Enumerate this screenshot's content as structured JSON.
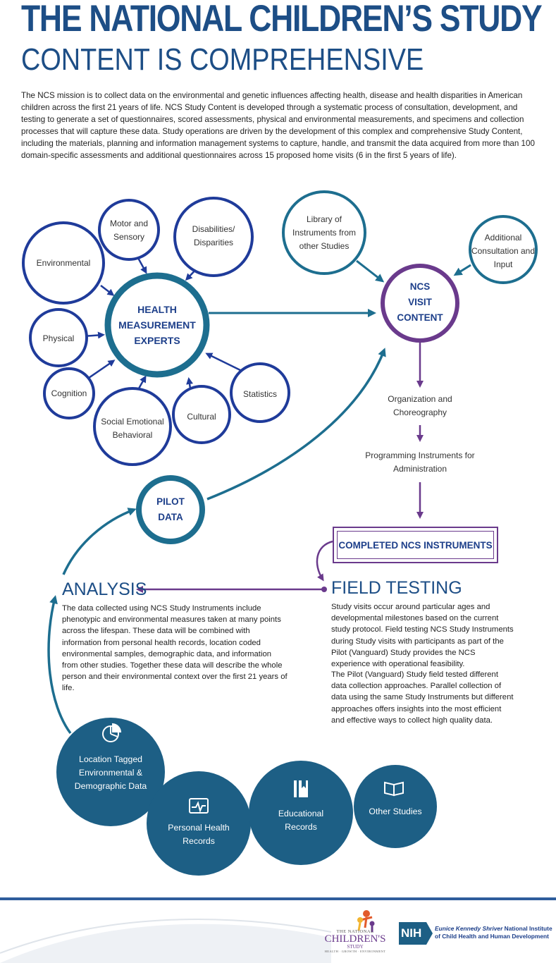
{
  "header": {
    "title": "THE NATIONAL CHILDREN’S STUDY",
    "subtitle": "CONTENT IS COMPREHENSIVE",
    "intro": "The NCS mission is to collect data on the environmental and genetic influences affecting health, disease and health disparities in American children across the first 21 years of life. NCS Study Content is developed through a systematic process of consultation, development, and testing to generate a set of questionnaires, scored assessments, physical and environmental measurements, and specimens and collection processes that will capture these data. Study operations are driven by the development of this complex and comprehensive Study Content, including the materials, planning and information management systems to capture, handle, and transmit the data acquired from more than 100 domain-specific assessments and additional questionnaires across 15 proposed home visits (6 in the first 5 years of life)."
  },
  "diagram": {
    "hub": {
      "line1": "HEALTH",
      "line2": "MEASUREMENT",
      "line3": "EXPERTS"
    },
    "domains": {
      "environmental": "Environmental",
      "motor_line1": "Motor and",
      "motor_line2": "Sensory",
      "disabilities_line1": "Disabilities/",
      "disabilities_line2": "Disparities",
      "physical": "Physical",
      "cognition": "Cognition",
      "social_line1": "Social Emotional",
      "social_line2": "Behavioral",
      "cultural": "Cultural",
      "statistics": "Statistics"
    },
    "library_line1": "Library of",
    "library_line2": "Instruments from",
    "library_line3": "other Studies",
    "consult_line1": "Additional",
    "consult_line2": "Consultation and",
    "consult_line3": "Input",
    "visit_line1": "NCS",
    "visit_line2": "VISIT CONTENT",
    "org_line1": "Organization and",
    "org_line2": "Choreography",
    "prog_line1": "Programming Instruments for",
    "prog_line2": "Administration",
    "completed": "COMPLETED NCS INSTRUMENTS",
    "pilot_line1": "PILOT",
    "pilot_line2": "DATA"
  },
  "field_testing": {
    "heading": "FIELD TESTING",
    "p1": "Study visits occur around particular ages and developmental milestones based on the current study protocol. Field testing NCS Study Instruments during Study visits with participants as part of the Pilot (Vanguard) Study provides the NCS experience with operational feasibility.",
    "p2": "The Pilot (Vanguard) Study field tested different data collection approaches. Parallel collection of data using the same Study Instruments but different approaches offers insights into the most efficient and effective ways to collect high quality data."
  },
  "analysis": {
    "heading": "ANALYSIS",
    "p1": "The data collected using NCS Study Instruments include phenotypic and environmental measures taken at many points across the lifespan. These data will be combined with information from personal health records, location coded environmental samples, demographic data, and information from other studies. Together these data will describe the whole person and their environmental context over the first 21 years of life."
  },
  "sources": {
    "location_line1": "Location Tagged",
    "location_line2": "Environmental &",
    "location_line3": "Demographic Data",
    "location_icon": "pie-chart-icon",
    "health_line1": "Personal Health",
    "health_line2": "Records",
    "health_icon": "heartbeat-monitor-icon",
    "edu_line1": "Educational",
    "edu_line2": "Records",
    "edu_icon": "book-icon",
    "other": "Other Studies",
    "other_icon": "open-book-icon"
  },
  "footer": {
    "ncs_logo_line1": "THE NATIONAL",
    "ncs_logo_line2": "CHILDREN'S",
    "ncs_logo_line3": "STUDY",
    "ncs_logo_tagline": "HEALTH · GROWTH · ENVIRONMENT",
    "nih_badge": "NIH",
    "nih_line1_italic": "Eunice Kennedy Shriver",
    "nih_line1_rest": " National Institute",
    "nih_line2": "of Child Health and Human Development"
  },
  "colors": {
    "navy": "#1d3f8a",
    "dark_blue": "#1f3b9a",
    "teal": "#1d6e8f",
    "purple": "#6a3a8c",
    "source_fill": "#1d5f85"
  }
}
